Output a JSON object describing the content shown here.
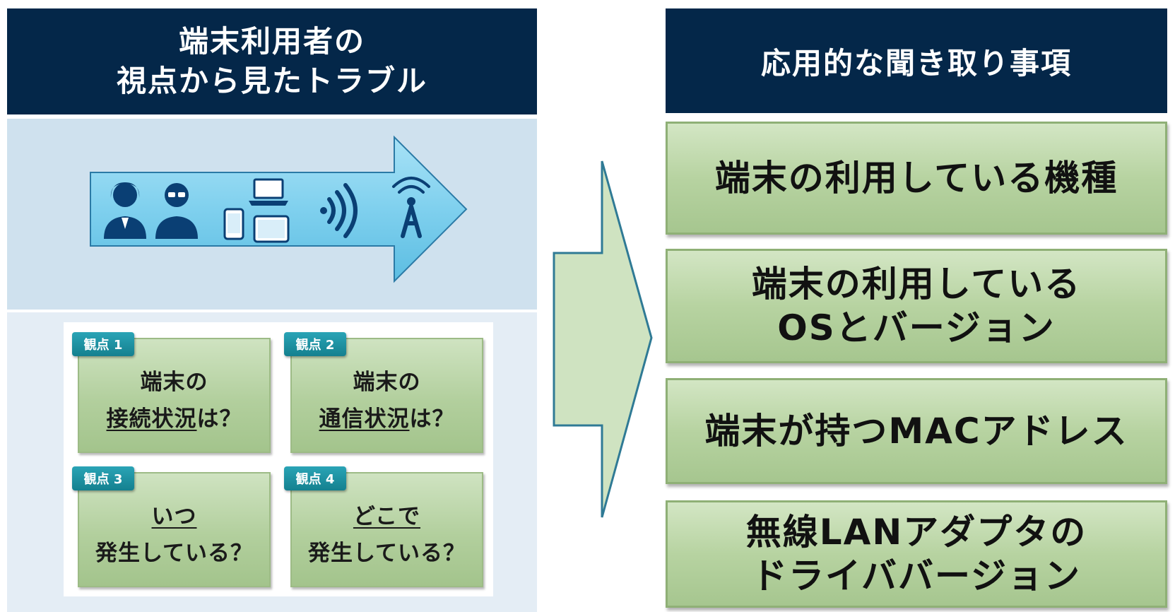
{
  "left_header": {
    "line1": "端末利用者の",
    "line2": "視点から見たトラブル"
  },
  "illustration": {
    "icons": [
      "user-icon",
      "user-with-glasses-icon",
      "smartphone-icon",
      "laptop-icon",
      "tablet-icon",
      "wireless-signal-icon",
      "access-point-icon"
    ],
    "colors": {
      "arrow_fill": "#7fd0ee",
      "icon_color": "#0a3f74",
      "band": "#cfe1ee"
    }
  },
  "perspectives": [
    {
      "badge": "観点 1",
      "line1_plain": "端末の",
      "line2_underlined": "接続状況",
      "line2_suffix": "は？"
    },
    {
      "badge": "観点 2",
      "line1_plain": "端末の",
      "line2_underlined": "通信状況",
      "line2_suffix": "は？"
    },
    {
      "badge": "観点 3",
      "line1_underlined": "いつ",
      "line2_plain": "発生している？"
    },
    {
      "badge": "観点 4",
      "line1_underlined": "どこで",
      "line2_plain": "発生している？"
    }
  ],
  "right_header": {
    "title": "応用的な聞き取り事項"
  },
  "items": [
    {
      "line1": "端末の利用している機種",
      "line2": ""
    },
    {
      "line1": "端末の利用している",
      "line2": "OSとバージョン"
    },
    {
      "line1": "端末が持つMACアドレス",
      "line2": ""
    },
    {
      "line1": "無線LANアダプタの",
      "line2": "ドライババージョン"
    }
  ],
  "colors": {
    "header_navy": "#042749",
    "green_box": "#b7d3a1",
    "teal_badge": "#1a8fa0",
    "big_arrow_fill": "#cfe3c1",
    "big_arrow_stroke": "#2f7a95"
  }
}
